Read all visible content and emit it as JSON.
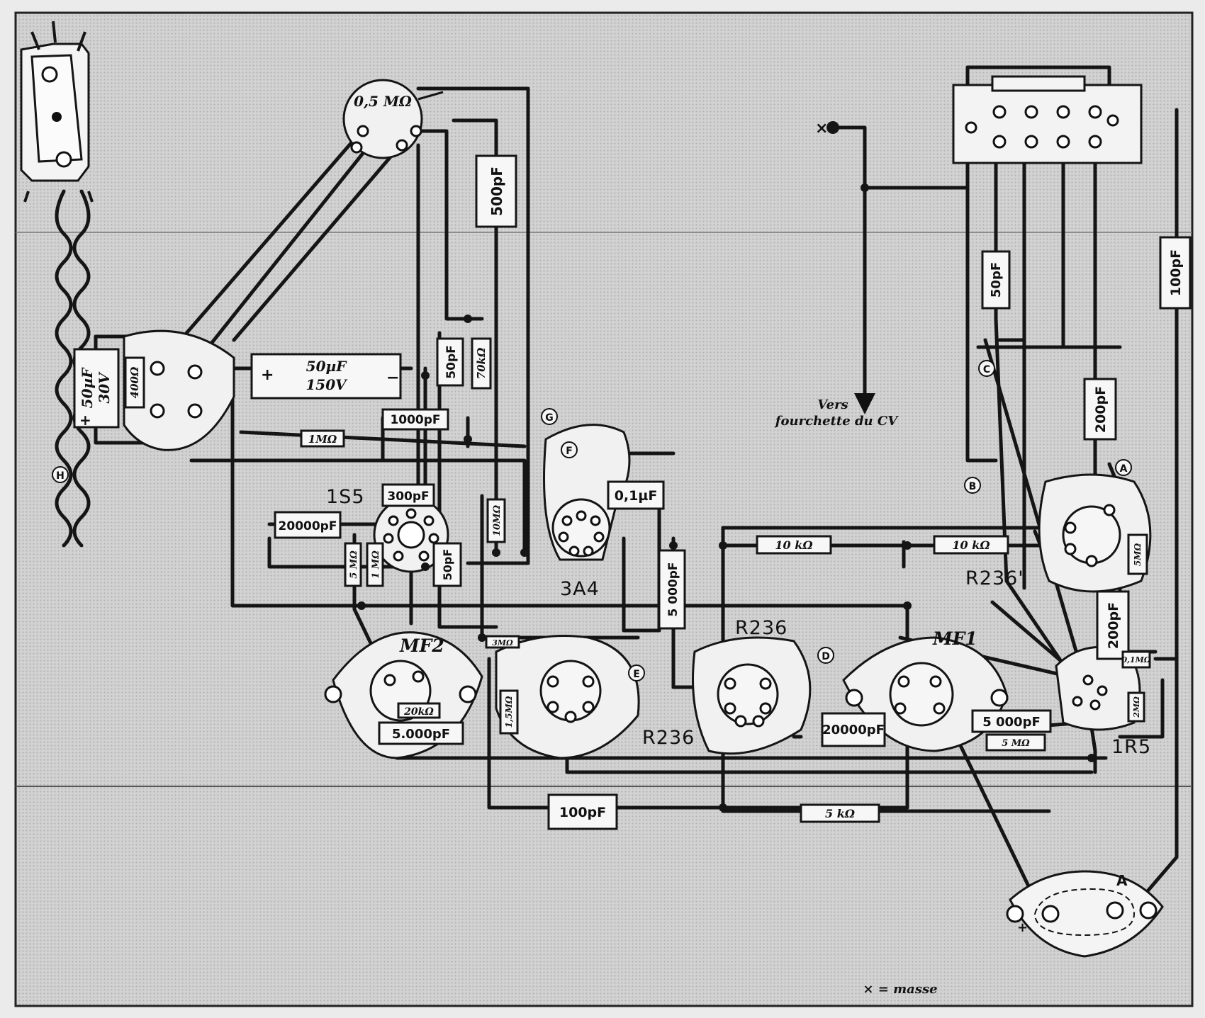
{
  "colors": {
    "paper": "#ebebeb",
    "panel": "#c9c9c9",
    "ink": "#151515",
    "stain": "#8a2a10"
  },
  "tubes": {
    "t1": "1S5",
    "t2": "3A4",
    "t3": "1R5"
  },
  "transformers": {
    "r236_a": "R236",
    "r236_b": "R236",
    "r236_c": "R236'",
    "mf1": "MF1",
    "mf2": "MF2"
  },
  "components": {
    "pot": "0,5 MΩ",
    "c_500pf": "500pF",
    "c_50uf": "50µF",
    "c_50uf_v": "150V",
    "c_50uf30": "50µF",
    "c_50uf30_v": "30V",
    "r_400": "400Ω",
    "c_50pf_a": "50pF",
    "r_70k": "70kΩ",
    "c_1000pf": "1000pF",
    "r_1m": "1MΩ",
    "c_300pf": "300pF",
    "c_20000pf_a": "20000pF",
    "r_5m_a": "5 MΩ",
    "r_1m_b": "1 MΩ",
    "c_50pf_b": "50pF",
    "r_10m": "10MΩ",
    "c_01uf": "0,1µF",
    "c_5000pf_a": "5 000pF",
    "r_10k_a": "10 kΩ",
    "r_10k_b": "10 kΩ",
    "r_3m": "3MΩ",
    "r_15m": "1,5MΩ",
    "r_20k": "20kΩ",
    "c_5000pf_b": "5.000pF",
    "c_20000pf_b": "20000pF",
    "c_5000pf_c": "5 000pF",
    "r_5m_b": "5 MΩ",
    "c_100pf_a": "100pF",
    "r_5k": "5 kΩ",
    "c_50pf_c": "50pF",
    "c_100pf_b": "100pF",
    "c_200pf_a": "200pF",
    "c_200pf_b": "200pF",
    "r_5m_c": "5MΩ",
    "r_01m": "0,1MΩ",
    "r_2m": "2MΩ"
  },
  "points": {
    "a": "A",
    "b": "B",
    "c": "C",
    "d": "D",
    "e": "E",
    "f": "F",
    "g": "G",
    "h": "H"
  },
  "notes": {
    "vers_line1": "Vers",
    "vers_line2": "fourchette du CV",
    "masse_mark": "×",
    "legend": "× = masse",
    "plus": "+",
    "minus": "−",
    "coil_letter": "A"
  }
}
